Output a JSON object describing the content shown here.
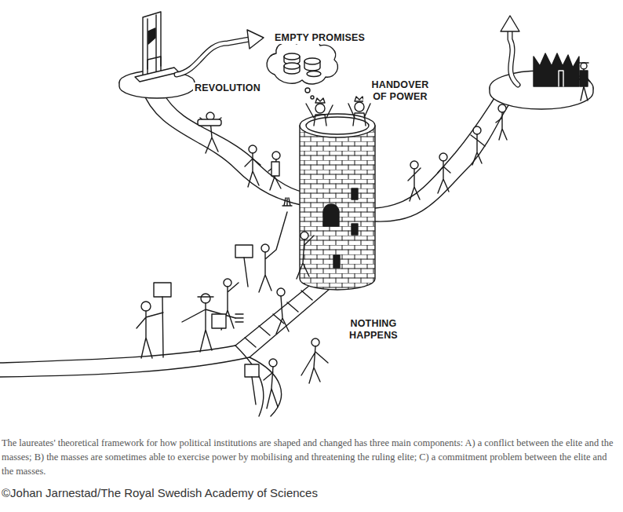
{
  "diagram": {
    "caption": "The laureates' theoretical framework for how political institutions are shaped and changed has three main components: A) a conflict between the elite and the masses; B) the masses are sometimes able to exercise power by mobilising and threatening the ruling elite; C) a commitment problem between the elite and the masses.",
    "labels": [
      "EMPTY PROMISES",
      "REVOLUTION",
      "HANDOVER OF POWER",
      "NOTHING HAPPENS",
      "©Johan Jarnestad/The Royal Swedish Academy of Sciences"
    ]
  }
}
